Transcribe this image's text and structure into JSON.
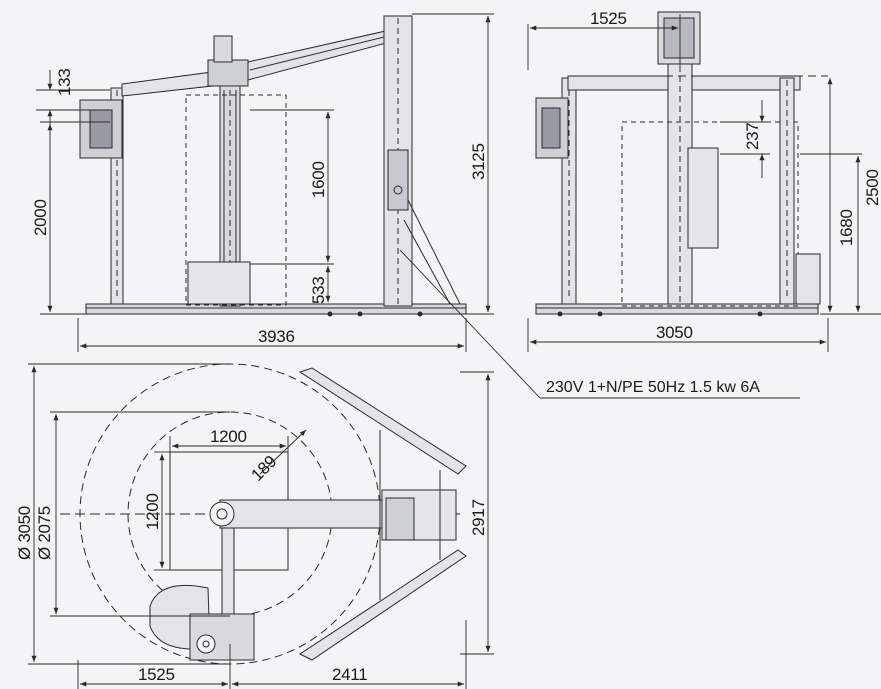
{
  "colors": {
    "background": "#f4f4f6",
    "line": "#2a2a2a",
    "machine_fill": "#d9d9de",
    "machine_dark": "#8a8a94"
  },
  "dimensions": {
    "front_133": "133",
    "front_2000": "2000",
    "front_1600": "1600",
    "front_533": "533",
    "front_3125": "3125",
    "front_3936": "3936",
    "side_1525": "1525",
    "side_237": "237",
    "side_1680": "1680",
    "side_2500": "2500",
    "side_3050": "3050",
    "plan_1200_h": "1200",
    "plan_1200_v": "1200",
    "plan_189": "189",
    "plan_d3050": "Ø 3050",
    "plan_d2075": "Ø 2075",
    "plan_2917": "2917",
    "plan_1525": "1525",
    "plan_2411": "2411"
  },
  "power_note": "230V 1+N/PE 50Hz 1.5 kw 6A"
}
